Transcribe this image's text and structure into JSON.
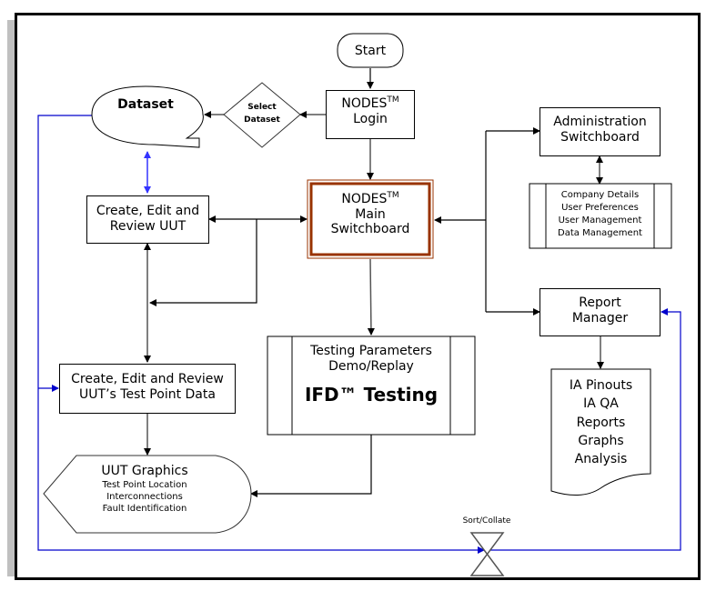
{
  "diagram": {
    "start": {
      "label": "Start"
    },
    "login": {
      "line1": "NODES",
      "tm": "TM",
      "line2": "Login"
    },
    "select_dataset": {
      "line1": "Select",
      "line2": "Dataset"
    },
    "dataset": {
      "label": "Dataset"
    },
    "main_switchboard": {
      "line1": "NODES",
      "tm": "TM",
      "line2": "Main",
      "line3": "Switchboard"
    },
    "create_uut": {
      "line1": "Create, Edit and",
      "line2": "Review UUT"
    },
    "create_test_point": {
      "line1": "Create, Edit and Review",
      "line2": "UUT’s Test Point Data"
    },
    "uut_graphics": {
      "title": "UUT Graphics",
      "items": [
        "Test Point Location",
        "Interconnections",
        "Fault Identification"
      ]
    },
    "ifd_testing": {
      "line1": "Testing Parameters",
      "line2": "Demo/Replay",
      "title": "IFD™ Testing"
    },
    "admin_switchboard": {
      "line1": "Administration",
      "line2": "Switchboard"
    },
    "admin_items": [
      "Company Details",
      "User Preferences",
      "User Management",
      "Data Management"
    ],
    "report_manager": {
      "line1": "Report",
      "line2": "Manager"
    },
    "reports": [
      "IA Pinouts",
      "IA QA",
      "Reports",
      "Graphs",
      "Analysis"
    ],
    "sort_collate": {
      "label": "Sort/Collate"
    }
  },
  "colors": {
    "connector": "#000000",
    "data_flow": "#0000cc",
    "main_border": "#993300"
  }
}
